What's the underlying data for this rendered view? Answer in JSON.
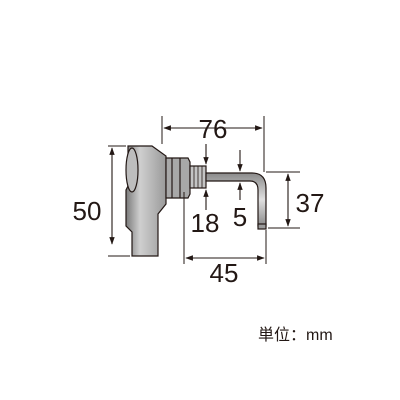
{
  "dimensions": {
    "overall_width": "76",
    "pipe_length": "45",
    "body_height": "50",
    "drop_height": "37",
    "nut_width": "18",
    "pipe_diameter": "5"
  },
  "unit_label": "単位：mm"
}
